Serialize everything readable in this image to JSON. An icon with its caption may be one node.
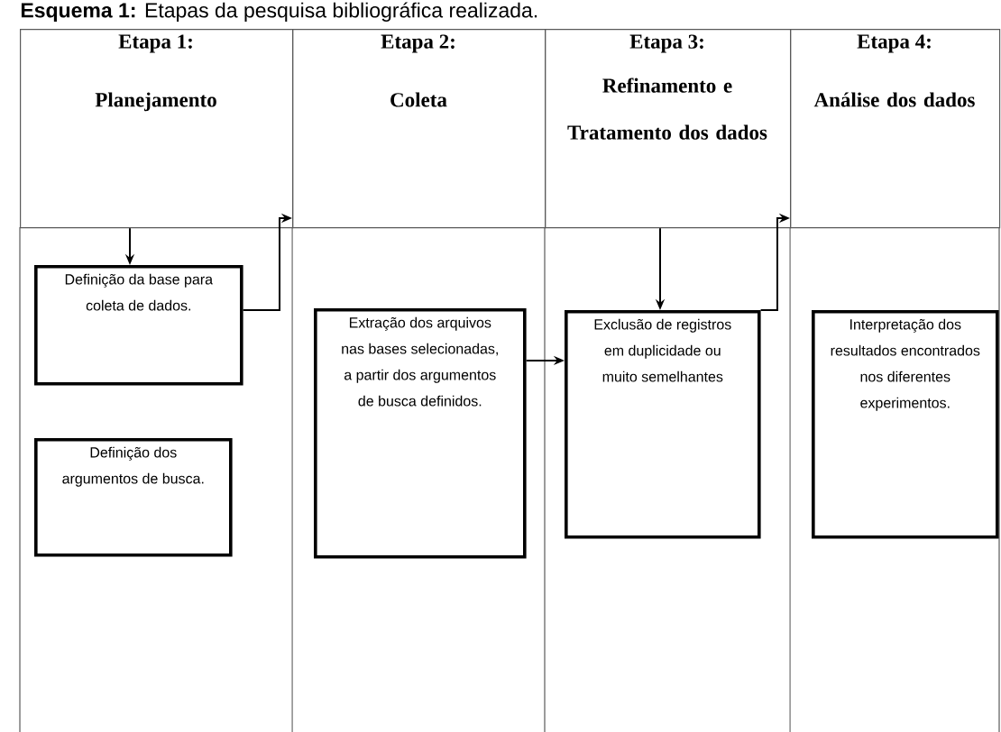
{
  "diagram": {
    "title": "**Esquema 1:** Etapas da pesquisa bibliográfica realizada.",
    "nodes": [
      {
        "text": [
          "Etapa 1:",
          "Planejamento"
        ]
      },
      {
        "text": [
          "Etapa 2:",
          "Coleta"
        ]
      },
      {
        "text": [
          "Etapa 3:",
          "Refinamento e Tratamento dos dados"
        ]
      },
      {
        "text": [
          "Etapa 4:",
          "Análise dos dados"
        ]
      },
      {
        "text": [
          "Definição da base para coleta de dados."
        ]
      },
      {
        "text": [
          "Definição dos argumentos de busca."
        ]
      },
      {
        "text": [
          "Extração dos arquivos nas bases selecionadas, a partir dos argumentos de busca definidos."
        ]
      },
      {
        "text": [
          "Exclusão de registros em duplicidade ou muito semelhantes"
        ]
      },
      {
        "text": [
          "Interpretação dos resultados encontrados nos diferentes experimentos."
        ]
      }
    ],
    "edges": [
      {
        "from": 0,
        "to": 4,
        "arrow": "to"
      },
      {
        "from": 4,
        "to": 1,
        "arrow": "to"
      },
      {
        "from": 6,
        "to": 7,
        "arrow": "to"
      },
      {
        "from": 2,
        "to": 7,
        "arrow": "to"
      },
      {
        "from": 7,
        "to": 3,
        "arrow": "to"
      }
    ]
  }
}
